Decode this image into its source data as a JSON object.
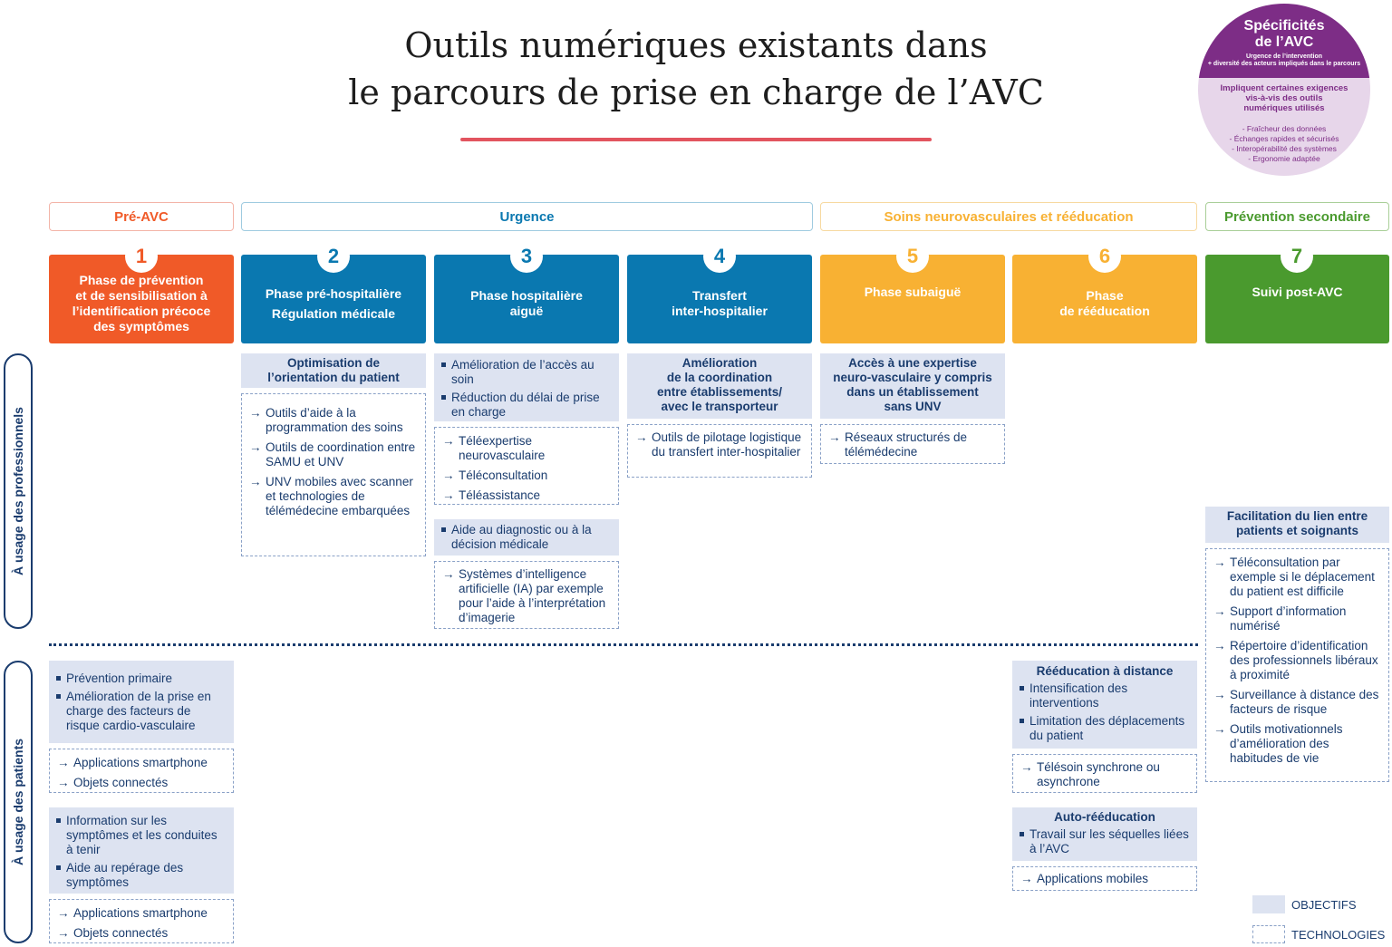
{
  "title": {
    "line1": "Outils numériques existants dans",
    "line2": "le parcours de prise en charge de l’AVC"
  },
  "specificites": {
    "title_line1": "Spécificités",
    "title_line2": "de l’AVC",
    "sub_line1": "Urgence de l’intervention",
    "sub_line2": "+ diversité des acteurs impliqués dans le parcours",
    "mid_line1": "Impliquent certaines exigences",
    "mid_line2": "vis-à-vis des outils",
    "mid_line3": "numériques utilisés",
    "list": [
      "- Fraîcheur des données",
      "- Échanges rapides et sécurisés",
      "- Interopérabilité des systèmes",
      "- Ergonomie adaptée"
    ]
  },
  "categories": {
    "pre_avc": "Pré-AVC",
    "urgence": "Urgence",
    "soins": "Soins neurovasculaires et rééducation",
    "prevention": "Prévention secondaire"
  },
  "colors": {
    "orange_red": "#f05a28",
    "blue": "#0a78b0",
    "yellow": "#f8b133",
    "green": "#4a9a2e",
    "navy": "#1a3c6e",
    "objective_bg": "#dde3f1",
    "purple": "#7d2d86"
  },
  "phases": [
    {
      "num": "1",
      "line1": "Phase de prévention",
      "line2": "et de sensibilisation à",
      "line3": "l’identification précoce",
      "line4": "des symptômes"
    },
    {
      "num": "2",
      "line1": "Phase pré-hospitalière",
      "line2": "Régulation médicale"
    },
    {
      "num": "3",
      "line1": "Phase hospitalière",
      "line2": "aiguë"
    },
    {
      "num": "4",
      "line1": "Transfert",
      "line2": "inter-hospitalier"
    },
    {
      "num": "5",
      "line1": "Phase subaiguë"
    },
    {
      "num": "6",
      "line1": "Phase",
      "line2": "de rééducation"
    },
    {
      "num": "7",
      "line1": "Suivi post-AVC"
    }
  ],
  "sides": {
    "professionals": "À usage des professionnels",
    "patients": "À usage des patients"
  },
  "pro": {
    "p2_obj_l1": "Optimisation de",
    "p2_obj_l2": "l’orientation du patient",
    "p2_tech": [
      "Outils d’aide à la programmation des soins",
      "Outils de coordination entre SAMU et UNV",
      "UNV mobiles avec scanner et technologies de télémédecine embarquées"
    ],
    "p3_obj1": [
      "Amélioration de l’accès au soin",
      "Réduction du délai de prise en charge"
    ],
    "p3_tech1": [
      "Téléexpertise neurovasculaire",
      "Téléconsultation",
      "Téléassistance"
    ],
    "p3_obj2": [
      "Aide au diagnostic ou à la décision médicale"
    ],
    "p3_tech2": [
      "Systèmes d’intelligence artificielle (IA) par exemple pour l’aide à l’interprétation d’imagerie"
    ],
    "p4_obj_l1": "Amélioration",
    "p4_obj_l2": "de la coordination",
    "p4_obj_l3": "entre établissements/",
    "p4_obj_l4": "avec le transporteur",
    "p4_tech": [
      "Outils de pilotage logistique du transfert inter-hospitalier"
    ],
    "p5_obj_l1": "Accès à une expertise",
    "p5_obj_l2": "neuro-vasculaire y compris",
    "p5_obj_l3": "dans un établissement",
    "p5_obj_l4": "sans UNV",
    "p5_tech": [
      "Réseaux structurés de télémédecine"
    ],
    "p7_obj_l1": "Facilitation du lien entre",
    "p7_obj_l2": "patients et soignants",
    "p7_tech": [
      "Téléconsultation par exemple si le déplacement du patient est difficile",
      "Support d’information numérisé",
      "Répertoire d’identification des professionnels libéraux à proximité",
      "Surveillance à distance des facteurs de risque",
      "Outils motivationnels d’amélioration des habitudes de vie"
    ]
  },
  "patients": {
    "p1_obj1": [
      "Prévention primaire",
      "Amélioration de la prise en charge des facteurs de risque cardio-vasculaire"
    ],
    "p1_tech1": [
      "Applications smartphone",
      "Objets connectés"
    ],
    "p1_obj2": [
      "Information sur les symptômes et les conduites à tenir",
      "Aide au repérage des symptômes"
    ],
    "p1_tech2": [
      "Applications smartphone",
      "Objets connectés"
    ],
    "p6_obj1_head": "Rééducation à distance",
    "p6_obj1": [
      "Intensification des interventions",
      "Limitation des déplacements du patient"
    ],
    "p6_tech1": [
      "Télésoin synchrone ou asynchrone"
    ],
    "p6_obj2_head": "Auto-rééducation",
    "p6_obj2": [
      "Travail sur les séquelles liées à l’AVC"
    ],
    "p6_tech2": [
      "Applications mobiles"
    ]
  },
  "legend": {
    "objectifs": "OBJECTIFS",
    "technologies": "TECHNOLOGIES"
  }
}
